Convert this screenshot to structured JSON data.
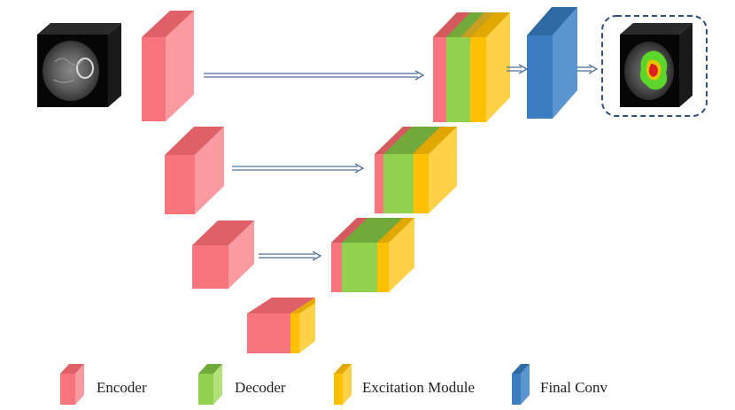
{
  "colors": {
    "encoder": "#f9757d",
    "decoder": "#92d050",
    "excitation": "#ffc000",
    "final_conv": "#3a7dc0",
    "arrow": "#4f6f9c",
    "output_border": "#2f4f80"
  },
  "legend": {
    "encoder": "Encoder",
    "decoder": "Decoder",
    "excitation": "Excitation Module",
    "final_conv": "Final Conv"
  }
}
